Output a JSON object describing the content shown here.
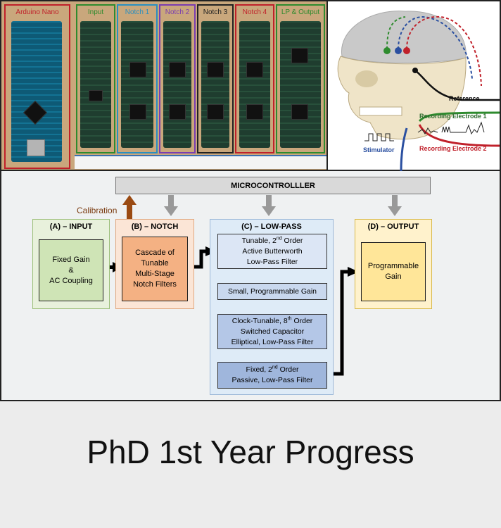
{
  "photo": {
    "labels": {
      "arduino": "Arduino Nano",
      "input": "Input",
      "notch1": "Notch 1",
      "notch2": "Notch 2",
      "notch3": "Notch 3",
      "notch4": "Notch 4",
      "lp_output": "LP & Output"
    },
    "colors": {
      "arduino": "#c0202a",
      "input": "#2e8b2e",
      "notch1": "#2a8fc0",
      "notch2": "#7a3db0",
      "notch3": "#222222",
      "notch4": "#c0202a",
      "lp_output": "#2e8b2e"
    }
  },
  "brain": {
    "reference": "Reference",
    "recording1": "Recording Electrode 1",
    "recording2": "Recording Electrode 2",
    "stimulator": "Stimulator"
  },
  "diagram": {
    "microcontroller": "MICROCONTROLLLER",
    "calibration": "Calibration",
    "input": {
      "title": "(A) – INPUT",
      "line1": "Fixed Gain",
      "line2": "&",
      "line3": "AC Coupling"
    },
    "notch": {
      "title": "(B) – NOTCH",
      "line1": "Cascade of",
      "line2": "Tunable",
      "line3": "Multi-Stage",
      "line4": "Notch Filters"
    },
    "lowpass": {
      "title": "(C) – LOW-PASS",
      "box1_a": "Tunable, 2",
      "box1_sup": "nd",
      "box1_b": " Order",
      "box1_line2": "Active Butterworth",
      "box1_line3": "Low-Pass Filter",
      "box2": "Small, Programmable Gain",
      "box3_a": "Clock-Tunable, 8",
      "box3_sup": "th",
      "box3_b": " Order",
      "box3_line2": "Switched Capacitor",
      "box3_line3": "Elliptical, Low-Pass Filter",
      "box4_a": "Fixed, 2",
      "box4_sup": "nd",
      "box4_b": " Order",
      "box4_line2": "Passive, Low-Pass Filter"
    },
    "output": {
      "title": "(D) – OUTPUT",
      "line1": "Programmable",
      "line2": "Gain"
    }
  },
  "title": "PhD 1st Year Progress"
}
